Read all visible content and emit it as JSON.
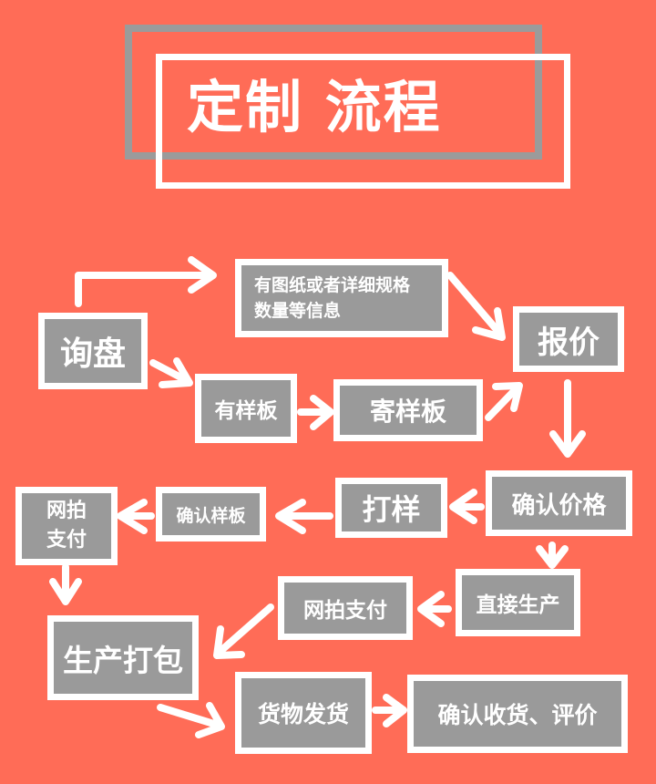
{
  "title": "定制 流程",
  "colors": {
    "background": "#ff6c57",
    "box_fill": "#9a9a9a",
    "box_border": "#ffffff",
    "title_frame": "#9b9b9b"
  },
  "nodes": {
    "inquiry": "询盘",
    "drawings_line1": "有图纸或者详细规格",
    "drawings_line2": "数量等信息",
    "quote": "报价",
    "has_sample": "有样板",
    "send_sample": "寄样板",
    "confirm_price": "确认价格",
    "proofing": "打样",
    "confirm_sample": "确认样板",
    "pay_online_a_line1": "网拍",
    "pay_online_a_line2": "支付",
    "direct_production": "直接生产",
    "pay_online_b": "网拍支付",
    "production_packing": "生产打包",
    "shipping": "货物发货",
    "confirm_receipt": "确认收货、评价"
  }
}
